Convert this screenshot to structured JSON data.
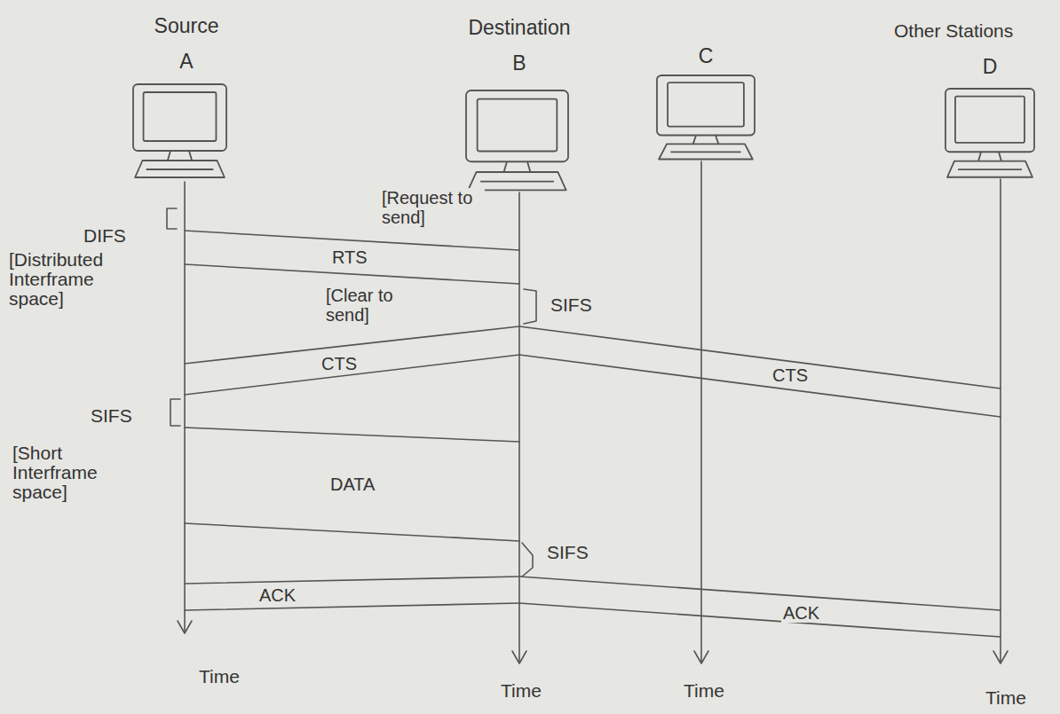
{
  "diagram": {
    "nodes": [
      {
        "text": [
          "Source",
          "A"
        ]
      },
      {
        "text": [
          "Destination",
          "B"
        ]
      },
      {
        "text": [
          "C"
        ]
      },
      {
        "text": [
          "D"
        ]
      }
    ],
    "labels": [
      "Other Stations",
      "[Request to send]",
      "RTS",
      "DIFS",
      "[Distributed Interframe space]",
      "[Clear to send]",
      "SIFS",
      "CTS",
      "CTS",
      "SIFS",
      "[Short Interframe space]",
      "DATA",
      "SIFS",
      "ACK",
      "ACK",
      "Time",
      "Time",
      "Time",
      "Time"
    ]
  }
}
